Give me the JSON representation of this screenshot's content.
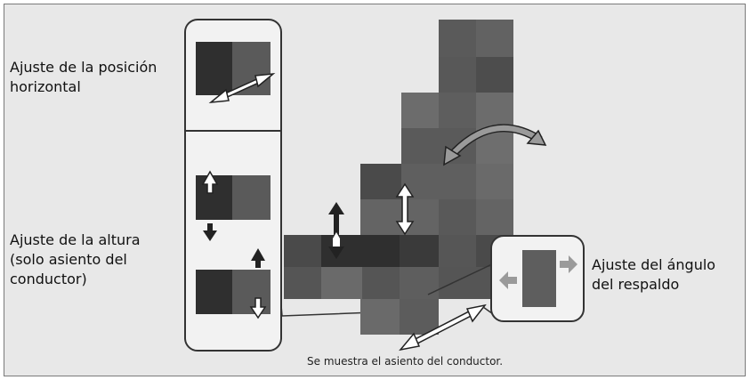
{
  "labels": {
    "horizontal": "Ajuste de la posición\nhorizontal",
    "height": "Ajuste de la altura\n(solo asiento del\nconductor)",
    "recline": "Ajuste del ángulo\ndel respaldo"
  },
  "caption": "Se muestra el asiento del conductor.",
  "colors": {
    "background": "#e8e8e8",
    "panel_border": "#333333",
    "seat_dark": "#2f2f2f",
    "seat_mid": "#5a5a5a",
    "seat_light": "#7a7a7a",
    "arrow_fill": "#ffffff",
    "arrow_dark": "#222222",
    "arrow_grey": "#9a9a9a"
  }
}
